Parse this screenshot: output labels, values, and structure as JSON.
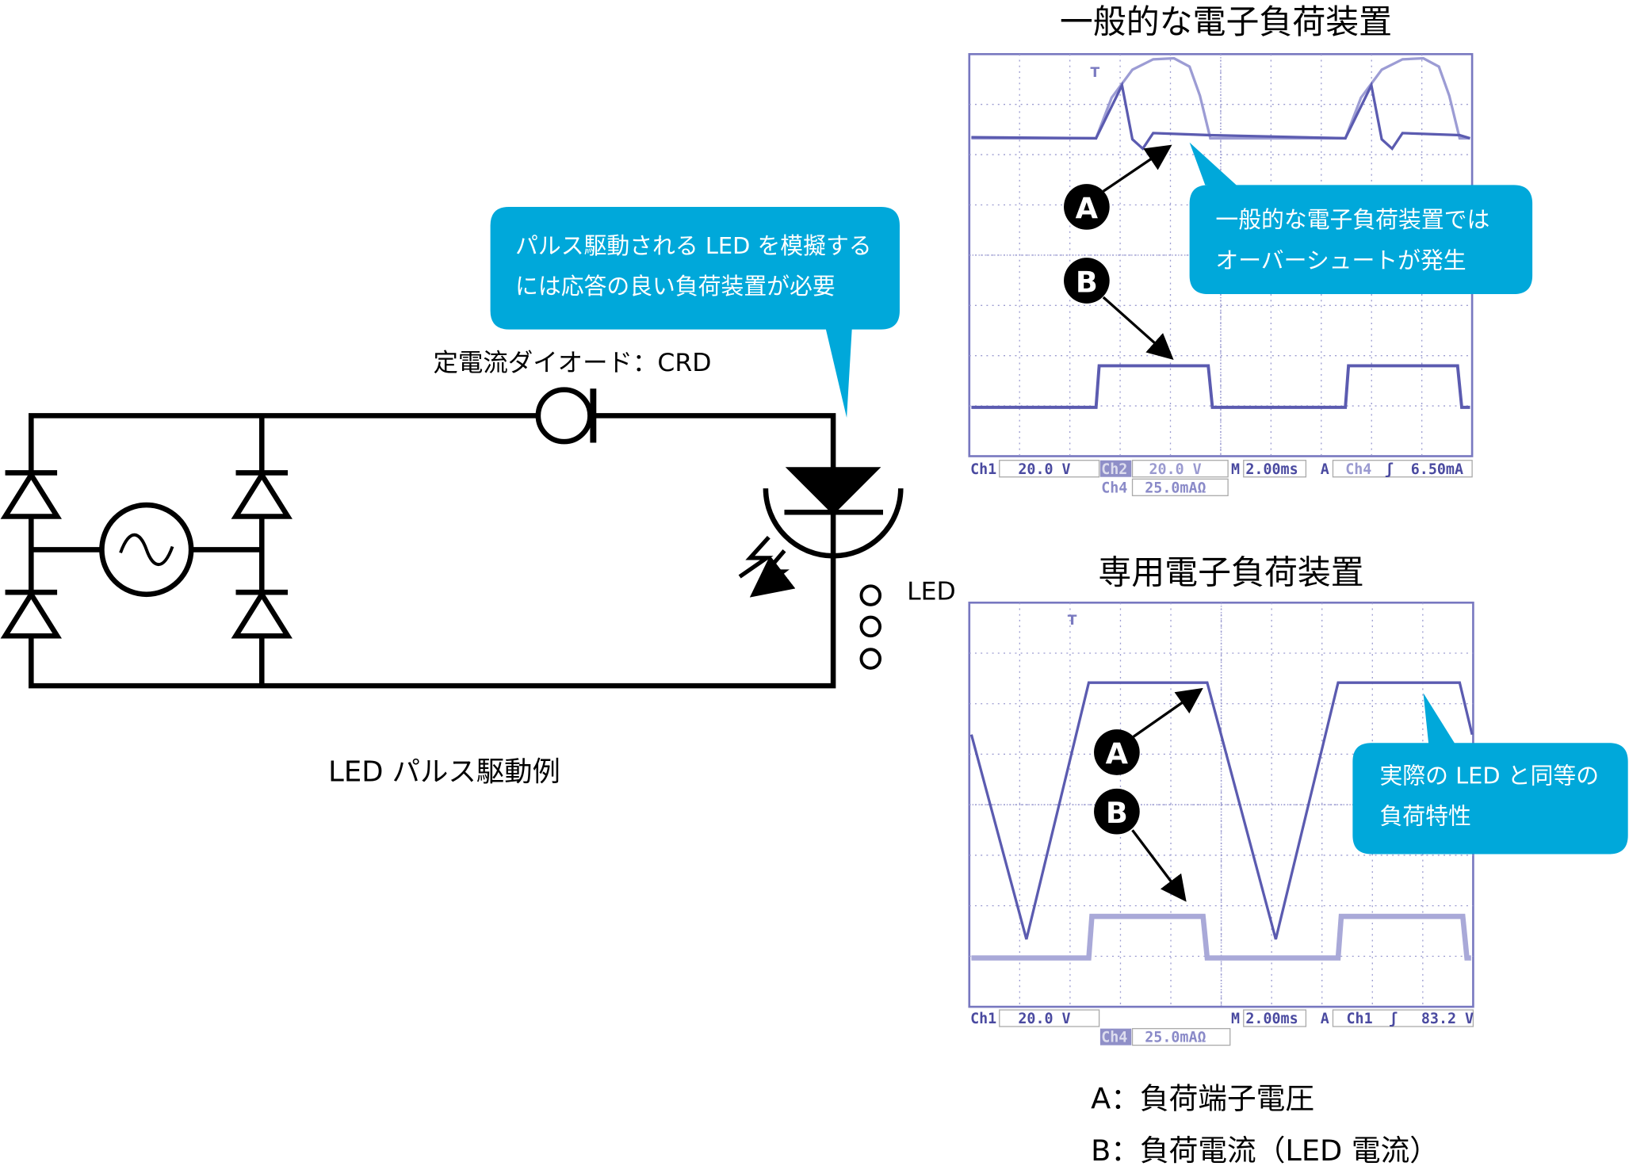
{
  "circuit": {
    "crd_label": "定電流ダイオード：CRD",
    "led_label": "LED",
    "caption": "LED パルス駆動例",
    "callout": [
      "パルス駆動される LED を模擬する",
      "には応答の良い負荷装置が必要"
    ]
  },
  "scope1": {
    "title": "一般的な電子負荷装置",
    "callout": [
      "一般的な電子負荷装置では",
      "オーバーシュートが発生"
    ],
    "marker_a": "A",
    "marker_b": "B",
    "trigger": "T",
    "readout": {
      "ch1": "Ch1",
      "ch1_val": "20.0 V",
      "ch2": "Ch2",
      "ch2_val": "20.0 V",
      "m": "M",
      "time": "2.00ms",
      "a": "A",
      "trig_ch": "Ch4",
      "trig_val": "6.50mA",
      "ch4": "Ch4",
      "ch4_val": "25.0mAΩ"
    }
  },
  "scope2": {
    "title": "専用電子負荷装置",
    "callout": [
      "実際の LED と同等の",
      "負荷特性"
    ],
    "marker_a": "A",
    "marker_b": "B",
    "trigger": "T",
    "readout": {
      "ch1": "Ch1",
      "ch1_val": "20.0 V",
      "m": "M",
      "time": "2.00ms",
      "a": "A",
      "trig_ch": "Ch1",
      "trig_val": "83.2 V",
      "ch4": "Ch4",
      "ch4_val": "25.0mAΩ"
    }
  },
  "legend": {
    "a": "A：負荷端子電圧",
    "b": "B：負荷電流（LED 電流）"
  },
  "colors": {
    "callout": "#00A8DA",
    "trace": "#5B5BB0",
    "trace_light": "#A9A9D8",
    "grid": "#8a8ac8"
  }
}
